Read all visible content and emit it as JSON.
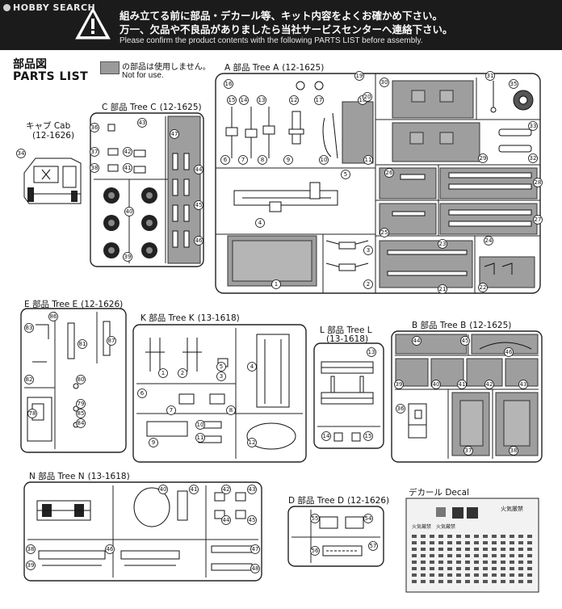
{
  "watermark": "HOBBY SEARCH",
  "notice": {
    "line1": "組み立てる前に部品・デカール等、キット内容をよくお確かめ下さい。",
    "line2": "万一、欠品や不良品がありましたら当社サービスセンターへ連絡下さい。",
    "line3": "Please confirm the product contents with the following PARTS LIST before assembly."
  },
  "title": {
    "jp": "部品図",
    "en": "PARTS LIST"
  },
  "legend": {
    "jp": "の部品は使用しません。",
    "en": "Not for use.",
    "swatch_color": "#9a9a9a"
  },
  "sections": {
    "cab": {
      "jp": "キャブ Cab",
      "code": "(12-1626)",
      "part": "34"
    },
    "treeA": {
      "label": "A 部品 Tree A",
      "code": "(12-1625)"
    },
    "treeC": {
      "label": "C 部品 Tree C",
      "code": "(12-1625)"
    },
    "treeE": {
      "label": "E 部品 Tree E",
      "code": "(12-1626)"
    },
    "treeK": {
      "label": "K 部品 Tree K",
      "code": "(13-1618)"
    },
    "treeL": {
      "label": "L 部品 Tree L",
      "code": "(13-1618)"
    },
    "treeB": {
      "label": "B 部品 Tree B",
      "code": "(12-1625)"
    },
    "treeN": {
      "label": "N 部品 Tree N",
      "code": "(13-1618)"
    },
    "treeD": {
      "label": "D 部品 Tree D",
      "code": "(12-1626)"
    },
    "decal": {
      "label": "デカール Decal"
    }
  },
  "decal_text": {
    "kanji": "火気厳禁"
  },
  "part_numbers": {
    "treeA": [
      "1",
      "2",
      "3",
      "4",
      "5",
      "6",
      "7",
      "8",
      "9",
      "10",
      "11",
      "12",
      "13",
      "14",
      "15",
      "16",
      "17",
      "18",
      "19",
      "20",
      "21",
      "22",
      "23",
      "24",
      "25",
      "26",
      "27",
      "28",
      "29",
      "30",
      "31",
      "32",
      "33",
      "35"
    ],
    "treeC": [
      "36",
      "37",
      "38",
      "39",
      "40",
      "41",
      "42",
      "43",
      "44",
      "45",
      "46",
      "47"
    ],
    "treeE": [
      "78",
      "79",
      "80",
      "81",
      "82",
      "83",
      "84",
      "85",
      "86",
      "87"
    ],
    "treeK": [
      "1",
      "2",
      "3",
      "4",
      "5",
      "6",
      "7",
      "8",
      "9",
      "10",
      "11",
      "12"
    ],
    "treeL": [
      "13",
      "14",
      "15"
    ],
    "treeB": [
      "36",
      "37",
      "38",
      "39",
      "40",
      "41",
      "42",
      "43",
      "44",
      "45",
      "46"
    ],
    "treeN": [
      "38",
      "39",
      "40",
      "41",
      "42",
      "43",
      "44",
      "45",
      "46",
      "47",
      "48"
    ],
    "treeD": [
      "54",
      "55",
      "56",
      "57"
    ]
  }
}
